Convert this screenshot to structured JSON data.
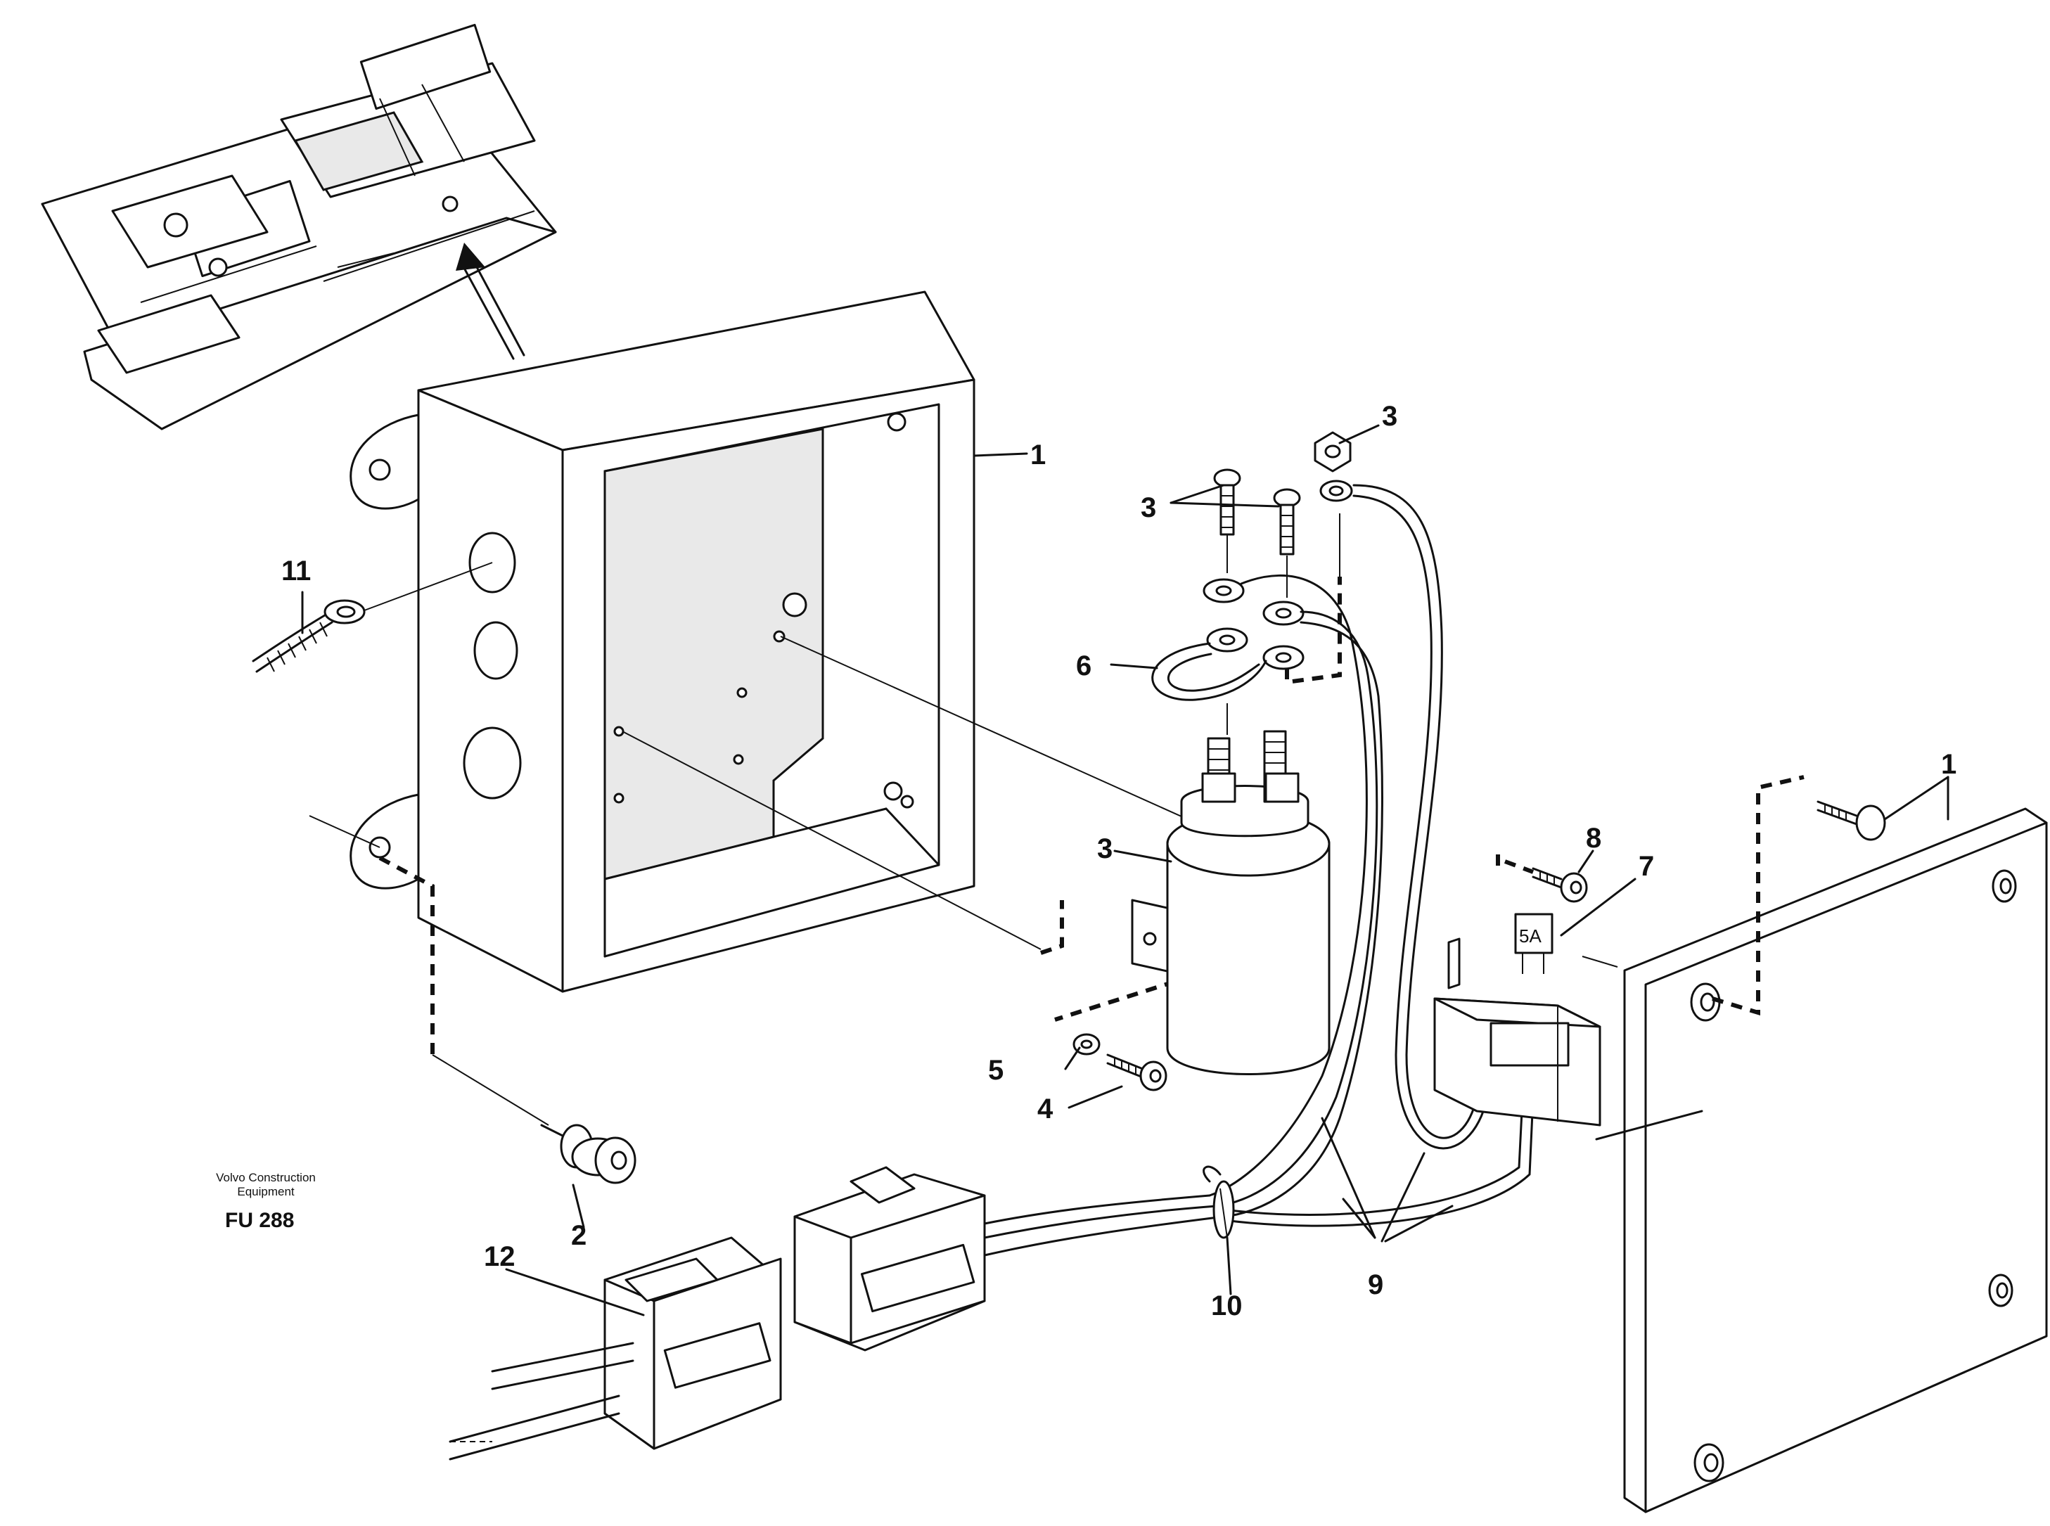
{
  "caption": {
    "line1": "Volvo Construction",
    "line2": "Equipment",
    "code": "FU 288"
  },
  "fuse_marking": "5A",
  "callouts": {
    "box": "1",
    "cover": "1",
    "bolt": "2",
    "nut": "3",
    "screws": "3",
    "relay": "3",
    "screw": "4",
    "washer": "5",
    "jumper": "6",
    "fuse": "7",
    "fuse_screw": "8",
    "cables": "9",
    "cable_tie": "10",
    "ground_cable": "11",
    "connector": "12"
  }
}
